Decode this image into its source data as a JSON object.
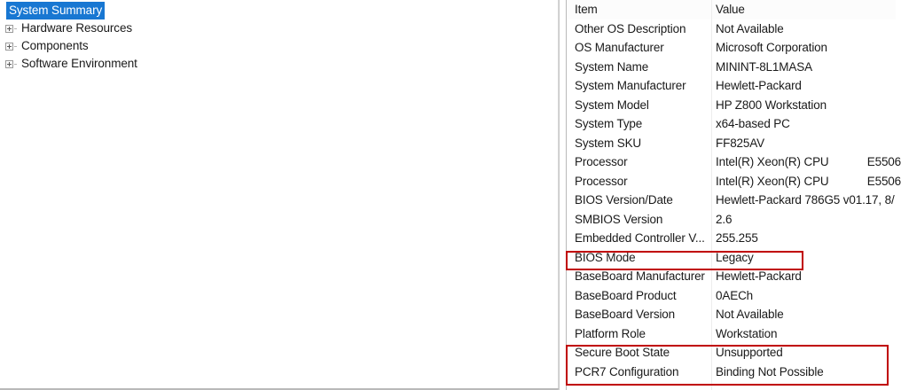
{
  "tree": {
    "name": "system-information-tree",
    "nodes": [
      {
        "label": "System Summary",
        "selected": true,
        "expandable": false
      },
      {
        "label": "Hardware Resources",
        "selected": false,
        "expandable": true
      },
      {
        "label": "Components",
        "selected": false,
        "expandable": true
      },
      {
        "label": "Software Environment",
        "selected": false,
        "expandable": true
      }
    ]
  },
  "details": {
    "columns": {
      "item": "Item",
      "value": "Value"
    },
    "rows": [
      {
        "item": "Other OS Description",
        "value": "Not Available"
      },
      {
        "item": "OS Manufacturer",
        "value": "Microsoft Corporation"
      },
      {
        "item": "System Name",
        "value": "MININT-8L1MASA"
      },
      {
        "item": "System Manufacturer",
        "value": "Hewlett-Packard"
      },
      {
        "item": "System Model",
        "value": "HP Z800 Workstation"
      },
      {
        "item": "System Type",
        "value": "x64-based PC"
      },
      {
        "item": "System SKU",
        "value": "FF825AV"
      },
      {
        "item": "Processor",
        "value": "Intel(R) Xeon(R) CPU            E5506"
      },
      {
        "item": "Processor",
        "value": "Intel(R) Xeon(R) CPU            E5506"
      },
      {
        "item": "BIOS Version/Date",
        "value": "Hewlett-Packard 786G5 v01.17, 8/"
      },
      {
        "item": "SMBIOS Version",
        "value": "2.6"
      },
      {
        "item": "Embedded Controller V...",
        "value": "255.255"
      },
      {
        "item": "BIOS Mode",
        "value": "Legacy"
      },
      {
        "item": "BaseBoard Manufacturer",
        "value": "Hewlett-Packard"
      },
      {
        "item": "BaseBoard Product",
        "value": "0AECh"
      },
      {
        "item": "BaseBoard Version",
        "value": "Not Available"
      },
      {
        "item": "Platform Role",
        "value": "Workstation"
      },
      {
        "item": "Secure Boot State",
        "value": "Unsupported"
      },
      {
        "item": "PCR7 Configuration",
        "value": "Binding Not Possible"
      }
    ]
  },
  "annotations": {
    "color": "#C00000",
    "boxes": [
      {
        "name": "bios-mode-highlight",
        "targets": [
          "BIOS Mode"
        ]
      },
      {
        "name": "secure-boot-pcr7-highlight",
        "targets": [
          "Secure Boot State",
          "PCR7 Configuration"
        ]
      }
    ]
  },
  "colors": {
    "selection": "#1877D2",
    "selection_text": "#FFFFFF",
    "text": "#1A1A1A",
    "annotation_red": "#C00000",
    "panel_border": "#B9B9B9"
  }
}
